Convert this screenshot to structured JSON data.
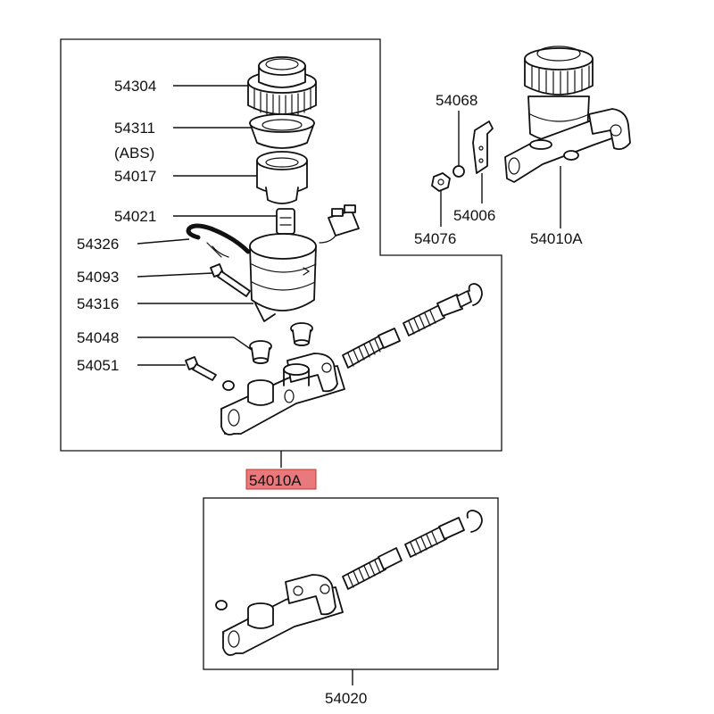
{
  "callouts": {
    "c54304": "54304",
    "c54311": "54311",
    "abs_note": "(ABS)",
    "c54017": "54017",
    "c54021": "54021",
    "c54326": "54326",
    "c54093": "54093",
    "c54316": "54316",
    "c54048": "54048",
    "c54051": "54051",
    "c54068": "54068",
    "c54006": "54006",
    "c54076": "54076",
    "c54010A_small": "54010A",
    "c54010A_main": "54010A",
    "c54020": "54020"
  },
  "colors": {
    "highlight": "#e9797c",
    "line": "#111111"
  }
}
